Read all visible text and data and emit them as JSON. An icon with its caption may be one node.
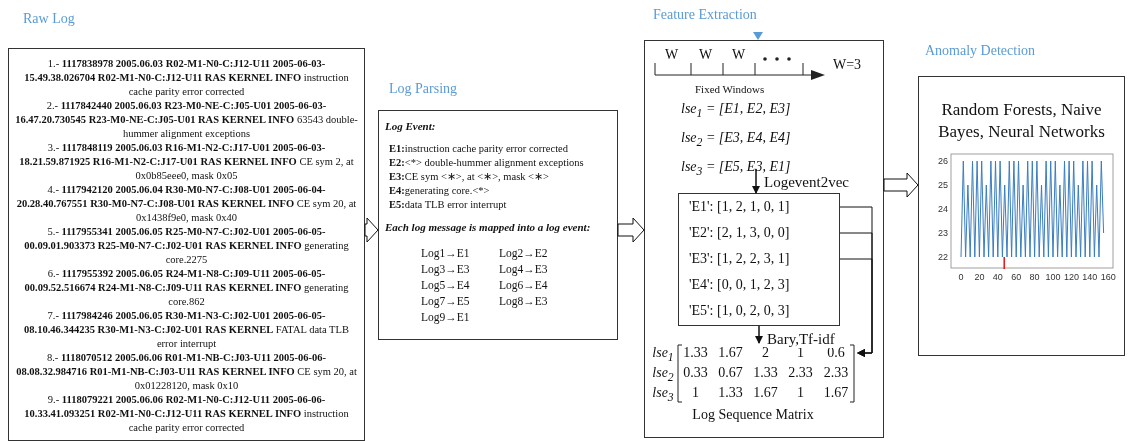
{
  "diagram": {
    "nodes": [
      {
        "text": [
          "Raw Log",
          "1.- **1117838978 2005.06.03 R02-M1-N0-C:J12-U11 2005-06-03-15.49.38.026704 R02-M1-N0-C:J12-U11 RAS KERNEL INFO** instruction cache parity error corrected",
          "2.- **1117842440 2005.06.03 R23-M0-NE-C:J05-U01 2005-06-03-16.47.20.730545 R23-M0-NE-C:J05-U01 RAS KERNEL INFO** 63543 double-hummer alignment exceptions",
          "3.- **1117848119 2005.06.03 R16-M1-N2-C:J17-U01 2005-06-03-18.21.59.871925 R16-M1-N2-C:J17-U01 RAS KERNEL INFO** CE sym 2, at 0x0b85eee0, mask 0x05",
          "4.- **1117942120 2005.06.04 R30-M0-N7-C:J08-U01 2005-06-04-20.28.40.767551 R30-M0-N7-C:J08-U01 RAS KERNEL INFO** CE sym 20, at 0x1438f9e0, mask 0x40",
          "5.- **1117955341 2005.06.05 R25-M0-N7-C:J02-U01 2005-06-05-00.09.01.903373 R25-M0-N7-C:J02-U01 RAS KERNEL INFO** generating core.2275",
          "6.- **1117955392 2005.06.05 R24-M1-N8-C:J09-U11 2005-06-05-00.09.52.516674 R24-M1-N8-C:J09-U11 RAS KERNEL INFO** generating core.862",
          "7.- **1117984246 2005.06.05 R30-M1-N3-C:J02-U01 2005-06-05-08.10.46.344235 R30-M1-N3-C:J02-U01 RAS KERNEL** FATAL data TLB error interrupt",
          "8.- **1118070512 2005.06.06 R01-M1-NB-C:J03-U11 2005-06-06-08.08.32.984716 R01-M1-NB-C:J03-U11 RAS KERNEL INFO** CE sym 20, at 0x01228120, mask 0x10",
          "9.- **1118079221 2005.06.06 R02-M1-N0-C:J12-U11 2005-06-06-10.33.41.093251 R02-M1-N0-C:J12-U11 RAS KERNEL INFO** instruction cache parity error corrected"
        ]
      },
      {
        "text": [
          "Log Parsing",
          "Log Event:",
          "**E1:**instruction cache parity error corrected",
          "**E2:**<*> double-hummer alignment exceptions",
          "**E3:**CE sym <∗>, at <∗>, mask <∗>",
          "**E4:**generating core.<*>",
          "**E5:**data TLB error interrupt",
          "Each log message is mapped into a log event:",
          "Log1→E1",
          "Log2→E2",
          "Log3→E3",
          "Log4→E3",
          "Log5→E4",
          "Log6→E4",
          "Log7→E5",
          "Log8→E3",
          "Log9→E1"
        ]
      },
      {
        "text": [
          "Feature Extraction"
        ]
      },
      {
        "text": [
          "lse$_{1}$ = [E1, E2, E3]",
          "lse$_{2}$ = [E3, E4, E4]",
          "lse$_{3}$ = [E5, E3, E1]"
        ],
        "in": 2
      },
      {
        "text": [
          "'E1': [1, 2, 1, 0, 1]",
          "'E2': [2, 1, 3, 0, 0]",
          "'E3': [1, 2, 2, 3, 1]",
          "'E4': [0, 0, 1, 2, 3]",
          "'E5': [1, 0, 2, 0, 3]"
        ],
        "in": 2
      },
      {
        "text": [
          "lse$_{1}$",
          "1.33",
          "1.67",
          "2",
          "1",
          "0.6",
          "lse$_{2}$",
          "0.33",
          "0.67",
          "1.33",
          "2.33",
          "2.33",
          "lse$_{3}$",
          "1",
          "1.33",
          "1.67",
          "1",
          "1.67",
          "Log Sequence Matrix"
        ],
        "in": 2
      },
      {
        "text": [
          "Anomaly Detection",
          "Random Forests, Naive Bayes, Neural Networks"
        ]
      },
      {
        "text": [],
        "shape": "picture",
        "in": 6,
        "beside": [
          "26",
          "25",
          "24",
          "23",
          "22",
          "0",
          "20",
          "40",
          "60",
          "80",
          "100",
          "120",
          "140",
          "160"
        ]
      }
    ],
    "edges": [
      {
        "from": 0,
        "to": 1,
        "arrow": "to"
      },
      {
        "from": 1,
        "to": 2,
        "arrow": "to"
      },
      {
        "from": 2,
        "to": 6,
        "arrow": "to"
      },
      {
        "from": 3,
        "to": 4,
        "arrow": "to",
        "label": "Logevent2vec"
      },
      {
        "from": 4,
        "to": 5,
        "arrow": "to",
        "label": "Bary,Tf-idf"
      },
      {
        "from": 4,
        "to": 5,
        "arrow": "to"
      },
      {
        "from": 4,
        "to": 5,
        "arrow": "to"
      },
      {
        "from": 4,
        "to": 5,
        "arrow": "to"
      }
    ],
    "labels": [
      "W",
      "W",
      "W",
      "W=3",
      "Fixed Windows"
    ]
  }
}
